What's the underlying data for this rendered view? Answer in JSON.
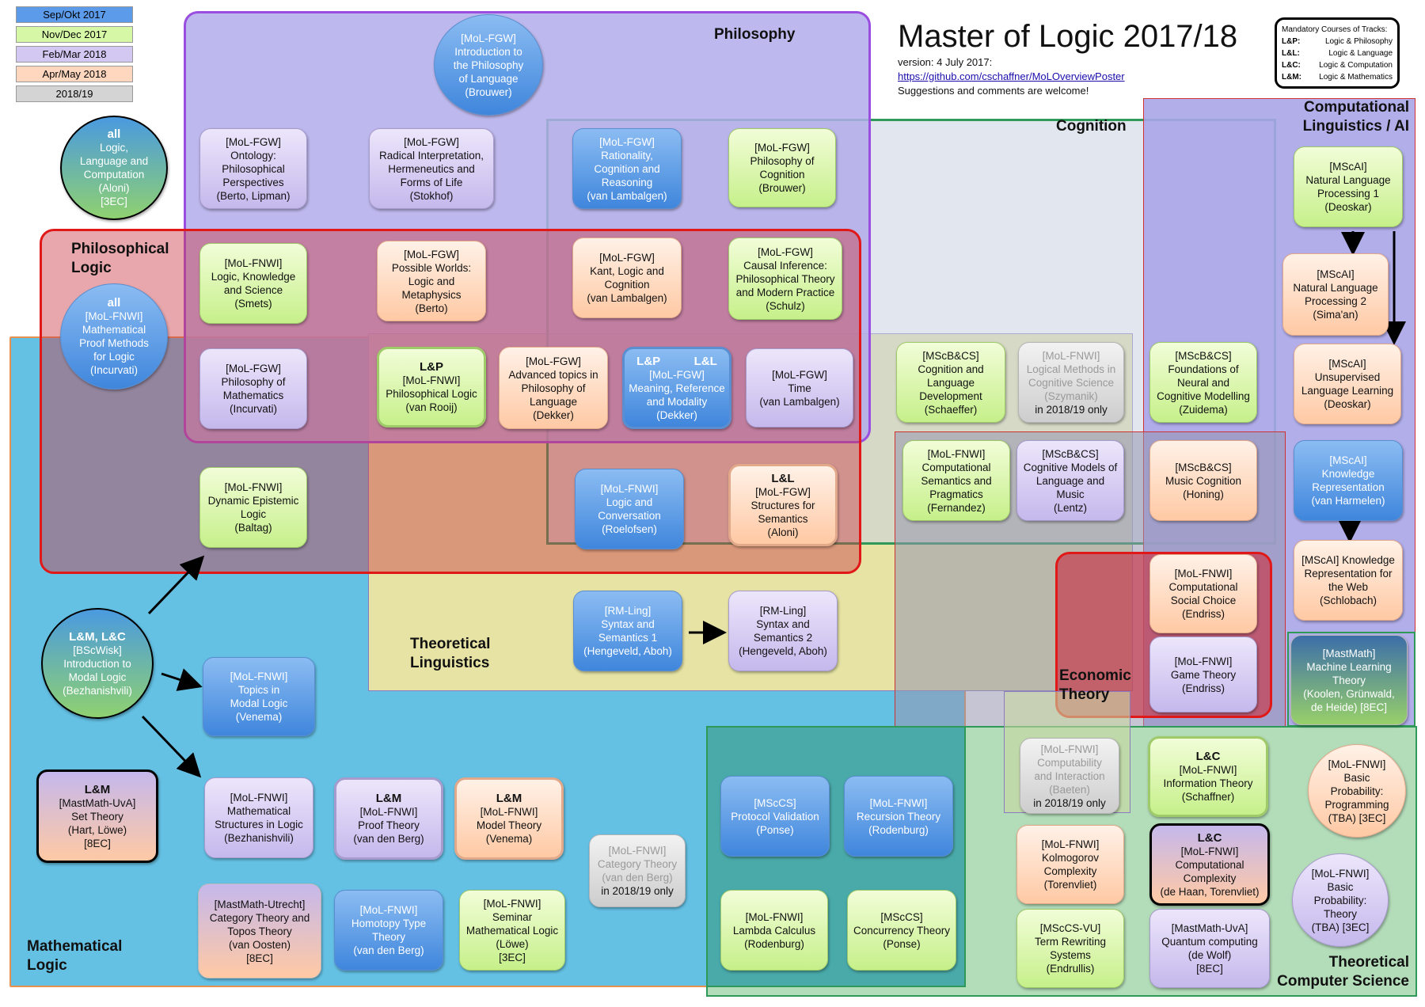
{
  "title": "Master of Logic 2017/18",
  "version": "version: 4 July 2017:",
  "link": "https://github.com/cschaffner/MoLOverviewPoster",
  "suggestions": "Suggestions and comments are welcome!",
  "legend": [
    {
      "label": "Sep/Okt 2017",
      "color": "#5b9bea"
    },
    {
      "label": "Nov/Dec 2017",
      "color": "#d6f8a6"
    },
    {
      "label": "Feb/Mar 2018",
      "color": "#d3c8f2"
    },
    {
      "label": "Apr/May 2018",
      "color": "#ffd7bf"
    },
    {
      "label": "2018/19",
      "color": "#d4d4d4"
    }
  ],
  "tracks": {
    "heading": "Mandatory  Courses of Tracks:",
    "rows": [
      {
        "abbr": "L&P:",
        "name": "Logic & Philosophy"
      },
      {
        "abbr": "L&L:",
        "name": "Logic & Language"
      },
      {
        "abbr": "L&C:",
        "name": "Logic & Computation"
      },
      {
        "abbr": "L&M:",
        "name": "Logic & Mathematics"
      }
    ]
  },
  "regions": {
    "philosophy": "Philosophy",
    "cognition": "Cognition",
    "comp_ling": "Computational\nLinguistics / AI",
    "phil_logic": "Philosophical\nLogic",
    "theo_ling": "Theoretical\nLinguistics",
    "math_logic": "Mathematical\nLogic",
    "econ": "Economic\nTheory",
    "tcs": "Theoretical\nComputer Science"
  },
  "nodes": {
    "intro_phil_lang": [
      "[MoL-FGW]",
      "Introduction to",
      "the Philosophy",
      "of Language",
      "(Brouwer)"
    ],
    "all_llc_tag": "all",
    "all_llc": [
      "Logic,",
      "Language and",
      "Computation",
      "(Aloni)",
      "[3EC]"
    ],
    "ontology": [
      "[MoL-FGW]",
      "Ontology:",
      "Philosophical",
      "Perspectives",
      "(Berto, Lipman)"
    ],
    "radical": [
      "[MoL-FGW]",
      "Radical Interpretation,",
      "Hermeneutics and",
      "Forms of Life",
      "(Stokhof)"
    ],
    "rationality": [
      "[MoL-FGW]",
      "Rationality,",
      "Cognition and",
      "Reasoning",
      "(van Lambalgen)"
    ],
    "phil_cog": [
      "[MoL-FGW]",
      "Philosophy of",
      "Cognition",
      "(Brouwer)"
    ],
    "nlp1": [
      "[MScAI]",
      "Natural Language",
      "Processing 1",
      "(Deoskar)"
    ],
    "lks": [
      "[MoL-FNWI]",
      "Logic, Knowledge",
      "and Science",
      "(Smets)"
    ],
    "possible_worlds": [
      "[MoL-FGW]",
      "Possible Worlds:",
      "Logic and",
      "Metaphysics",
      "(Berto)"
    ],
    "kant": [
      "[MoL-FGW]",
      "Kant, Logic and",
      "Cognition",
      "(van Lambalgen)"
    ],
    "causal": [
      "[MoL-FGW]",
      "Causal Inference:",
      "Philosophical Theory",
      "and Modern Practice",
      "(Schulz)"
    ],
    "nlp2": [
      "[MScAI]",
      "Natural Language",
      "Processing 2",
      "(Sima'an)"
    ],
    "mpm_tag": "all",
    "mpm": [
      "[MoL-FNWI]",
      "Mathematical",
      "Proof Methods",
      "for Logic",
      "(Incurvati)"
    ],
    "phil_math": [
      "[MoL-FGW]",
      "Philosophy of",
      "Mathematics",
      "(Incurvati)"
    ],
    "phil_logic_tag": "L&P",
    "phil_logic": [
      "[MoL-FNWI]",
      "Philosophical Logic",
      "(van Rooij)"
    ],
    "adv_topics": [
      "[MoL-FGW]",
      "Advanced topics in",
      "Philosophy of",
      "Language",
      "(Dekker)"
    ],
    "meaning_tag1": "L&P",
    "meaning_tag2": "L&L",
    "meaning": [
      "[MoL-FGW]",
      "Meaning, Reference",
      "and Modality",
      "(Dekker)"
    ],
    "time": [
      "[MoL-FGW]",
      "Time",
      "(van Lambalgen)"
    ],
    "cog_lang_dev": [
      "[MScB&CS]",
      "Cognition and",
      "Language",
      "Development",
      "(Schaeffer)"
    ],
    "log_methods": [
      "[MoL-FNWI]",
      "Logical Methods in",
      "Cognitive Science",
      "(Szymanik)"
    ],
    "log_methods_note": "in 2018/19 only",
    "foundations": [
      "[MScB&CS]",
      "Foundations of",
      "Neural and",
      "Cognitive Modelling",
      "(Zuidema)"
    ],
    "unsupervised": [
      "[MScAI]",
      "Unsupervised",
      "Language Learning",
      "(Deoskar)"
    ],
    "del": [
      "[MoL-FNWI]",
      "Dynamic Epistemic",
      "Logic",
      "(Baltag)"
    ],
    "logic_conv": [
      "[MoL-FNWI]",
      "Logic and",
      "Conversation",
      "(Roelofsen)"
    ],
    "structures_tag": "L&L",
    "structures": [
      "[MoL-FGW]",
      "Structures for",
      "Semantics",
      "(Aloni)"
    ],
    "comp_sem": [
      "[MoL-FNWI]",
      "Computational",
      "Semantics and",
      "Pragmatics",
      "(Fernandez)"
    ],
    "cog_models": [
      "[MScB&CS]",
      "Cognitive Models of",
      "Language and",
      "Music",
      "(Lentz)"
    ],
    "music_cog": [
      "[MScB&CS]",
      "Music Cognition",
      "(Honing)"
    ],
    "know_rep": [
      "[MScAI]",
      "Knowledge",
      "Representation",
      "(van Harmelen)"
    ],
    "know_rep_web": [
      "[MScAI] Knowledge",
      "Representation for",
      "the Web",
      "(Schlobach)"
    ],
    "comp_social": [
      "[MoL-FNWI]",
      "Computational",
      "Social Choice",
      "(Endriss)"
    ],
    "modal_intro_tag": "L&M, L&C",
    "modal_intro": [
      "[BScWisk]",
      "Introduction to",
      "Modal Logic",
      "(Bezhanishvili)"
    ],
    "syntax1": [
      "[RM-Ling]",
      "Syntax and",
      "Semantics 1",
      "(Hengeveld, Aboh)"
    ],
    "syntax2": [
      "[RM-Ling]",
      "Syntax and",
      "Semantics 2",
      "(Hengeveld, Aboh)"
    ],
    "game_theory": [
      "[MoL-FNWI]",
      "Game Theory",
      "(Endriss)"
    ],
    "ml_theory": [
      "[MastMath]",
      "Machine Learning",
      "Theory",
      "(Koolen, Grünwald,",
      "de Heide) [8EC]"
    ],
    "topics_modal": [
      "[MoL-FNWI]",
      "Topics in",
      "Modal Logic",
      "(Venema)"
    ],
    "computability": [
      "[MoL-FNWI]",
      "Computability",
      "and Interaction",
      "(Baeten)"
    ],
    "computability_note": "in 2018/19 only",
    "info_theory_tag": "L&C",
    "info_theory": [
      "[MoL-FNWI]",
      "Information Theory",
      "(Schaffner)"
    ],
    "prob_prog": [
      "[MoL-FNWI]",
      "Basic",
      "Probability:",
      "Programming",
      "(TBA) [3EC]"
    ],
    "set_theory_tag": "L&M",
    "set_theory": [
      "[MastMath-UvA]",
      "Set Theory",
      "(Hart, Löwe)",
      "[8EC]"
    ],
    "math_struct": [
      "[MoL-FNWI]",
      "Mathematical",
      "Structures in Logic",
      "(Bezhanishvili)"
    ],
    "proof_theory_tag": "L&M",
    "proof_theory": [
      "[MoL-FNWI]",
      "Proof Theory",
      "(van den Berg)"
    ],
    "model_theory_tag": "L&M",
    "model_theory": [
      "[MoL-FNWI]",
      "Model Theory",
      "(Venema)"
    ],
    "protocol": [
      "[MScCS]",
      "Protocol Validation",
      "(Ponse)"
    ],
    "recursion": [
      "[MoL-FNWI]",
      "Recursion Theory",
      "(Rodenburg)"
    ],
    "kolmogorov": [
      "[MoL-FNWI]",
      "Kolmogorov",
      "Complexity",
      "(Torenvliet)"
    ],
    "comp_complex_tag": "L&C",
    "comp_complex": [
      "[MoL-FNWI]",
      "Computational",
      "Complexity",
      "(de Haan, Torenvliet)"
    ],
    "prob_theory": [
      "[MoL-FNWI]",
      "Basic",
      "Probability:",
      "Theory",
      "(TBA) [3EC]"
    ],
    "category": [
      "[MoL-FNWI]",
      "Category Theory",
      "(van den Berg)"
    ],
    "category_note": "in 2018/19 only",
    "category_topos": [
      "[MastMath-Utrecht]",
      "Category Theory and",
      "Topos Theory",
      "(van Oosten)",
      "[8EC]"
    ],
    "homotopy": [
      "[MoL-FNWI]",
      "Homotopy Type",
      "Theory",
      "(van den Berg)"
    ],
    "seminar": [
      "[MoL-FNWI]",
      "Seminar",
      "Mathematical Logic",
      "(Löwe)",
      "[3EC]"
    ],
    "lambda": [
      "[MoL-FNWI]",
      "Lambda Calculus",
      "(Rodenburg)"
    ],
    "concurrency": [
      "[MScCS]",
      "Concurrency Theory",
      "(Ponse)"
    ],
    "term_rewriting": [
      "[MScCS-VU]",
      "Term Rewriting",
      "Systems",
      "(Endrullis)"
    ],
    "quantum": [
      "[MastMath-UvA]",
      "Quantum computing",
      "(de Wolf)",
      "[8EC]"
    ]
  }
}
